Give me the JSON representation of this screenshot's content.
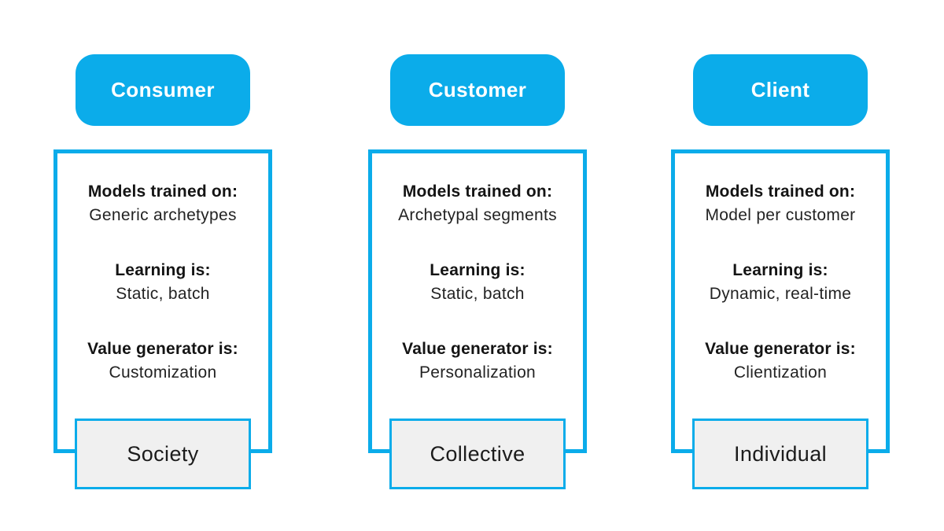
{
  "colors": {
    "accent": "#0bacea",
    "footer_fill": "#f0f0f0",
    "header_text": "#ffffff",
    "label_text": "#141414",
    "value_text": "#232323",
    "background": "#ffffff"
  },
  "columns": [
    {
      "header": "Consumer",
      "fields": [
        {
          "label": "Models trained on:",
          "value": "Generic archetypes"
        },
        {
          "label": "Learning is:",
          "value": "Static, batch"
        },
        {
          "label": "Value generator is:",
          "value": "Customization"
        }
      ],
      "footer": "Society"
    },
    {
      "header": "Customer",
      "fields": [
        {
          "label": "Models trained on:",
          "value": "Archetypal segments"
        },
        {
          "label": "Learning is:",
          "value": "Static, batch"
        },
        {
          "label": "Value generator is:",
          "value": "Personalization"
        }
      ],
      "footer": "Collective"
    },
    {
      "header": "Client",
      "fields": [
        {
          "label": "Models trained on:",
          "value": "Model per customer"
        },
        {
          "label": "Learning is:",
          "value": "Dynamic, real-time"
        },
        {
          "label": "Value generator is:",
          "value": "Clientization"
        }
      ],
      "footer": "Individual"
    }
  ]
}
